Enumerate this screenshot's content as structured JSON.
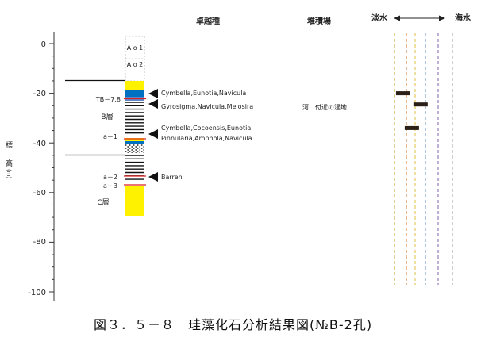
{
  "headers": {
    "dominant_species": "卓越種",
    "depositional_env": "堆積場",
    "freshwater": "淡水",
    "seawater": "海水"
  },
  "y_axis": {
    "label": "標高",
    "unit": "(m)",
    "min": -100,
    "max": 0,
    "ticks": [
      "0",
      "-20",
      "-40",
      "-60",
      "-80",
      "-100"
    ]
  },
  "column_labels": {
    "ao1": "A o 1",
    "ao2": "A o 2",
    "tb": "TB－7.8",
    "b_layer": "B層",
    "a1": "a－1",
    "a2": "a－2",
    "a3": "a－3",
    "c_layer": "C層"
  },
  "species": {
    "s1": "Cymbella,Eunotia,Navicula",
    "s2": "Gyrosigma,Navicula,Melosira",
    "s3a": "Cymbella,Cocoensis,Eunotia,",
    "s3b": "Pinnularia,Amphola,Navicula",
    "s4": "Barren"
  },
  "environment": {
    "e1": "河口付近の湿地"
  },
  "salinity_bars": [
    {
      "depth": -20,
      "position": 0.15
    },
    {
      "depth": -24.5,
      "position": 0.45
    },
    {
      "depth": -34,
      "position": 0.3
    }
  ],
  "caption": "図３．５－８　珪藻化石分析結果図(№B-2孔)"
}
